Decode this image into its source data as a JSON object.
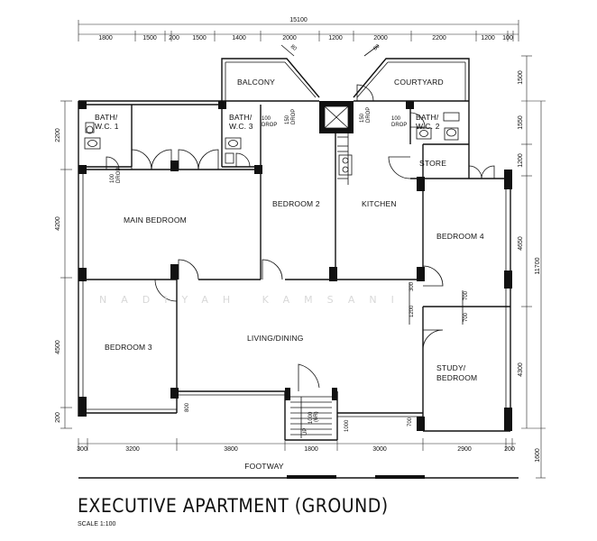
{
  "title": "EXECUTIVE APARTMENT (GROUND)",
  "scale": "SCALE 1:100",
  "watermark": "NADIYAH KAMSANI",
  "footway": "FOOTWAY",
  "rooms": {
    "balcony": "BALCONY",
    "courtyard": "COURTYARD",
    "bath_wc_1_a": "BATH/",
    "bath_wc_1_b": "W.C. 1",
    "bath_wc_3_a": "BATH/",
    "bath_wc_3_b": "W.C. 3",
    "bath_wc_2_a": "BATH/",
    "bath_wc_2_b": "W.C. 2",
    "store": "STORE",
    "main_bedroom": "MAIN BEDROOM",
    "bedroom_2": "BEDROOM 2",
    "kitchen": "KITCHEN",
    "bedroom_4": "BEDROOM 4",
    "living_dining": "LIVING/DINING",
    "bedroom_3": "BEDROOM 3",
    "study_a": "STUDY/",
    "study_b": "BEDROOM"
  },
  "drops": {
    "d1_a": "100",
    "d1_b": "DROP",
    "d2_a": "100",
    "d2_b": "DROP",
    "d3_a": "150",
    "d3_b": "DROP",
    "d4_a": "150",
    "d4_b": "DROP",
    "d5_a": "100",
    "d5_b": "DROP",
    "up": "UP",
    "up_val": "1000",
    "up_val2": "(6R)"
  },
  "dims_top": {
    "overall": "15100",
    "segments": [
      "1800",
      "1500",
      "200",
      "1500",
      "1400",
      "2000",
      "1200",
      "2000",
      "2200",
      "1200",
      "100"
    ]
  },
  "dims_bottom": {
    "segments": [
      "300",
      "3200",
      "3800",
      "1800",
      "3000",
      "2900",
      "200"
    ]
  },
  "dims_left": [
    "2200",
    "4200",
    "4500",
    "200"
  ],
  "dims_right": {
    "outer": "11700",
    "outer2": "1600",
    "inner": [
      "1500",
      "1550",
      "1200",
      "4650",
      "4300"
    ]
  },
  "dims_inner": {
    "d300": "300",
    "d1200": "1200",
    "d700a": "700",
    "d700b": "700",
    "d800": "800",
    "d1000": "1000",
    "d700c": "700",
    "d80a": "80",
    "d80b": "80"
  }
}
